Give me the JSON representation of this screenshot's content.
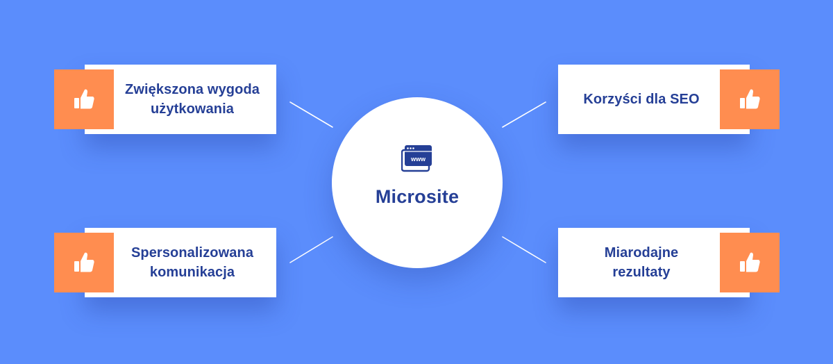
{
  "hub": {
    "title": "Microsite",
    "icon": "www-browser-window-icon"
  },
  "benefits": [
    {
      "id": "top-left",
      "label_lines": [
        "Zwiększona wygoda",
        "użytkowania"
      ],
      "icon": "thumbs-up-icon"
    },
    {
      "id": "top-right",
      "label_lines": [
        "Korzyści dla SEO"
      ],
      "icon": "thumbs-up-icon"
    },
    {
      "id": "bottom-left",
      "label_lines": [
        "Spersonalizowana",
        "komunikacja"
      ],
      "icon": "thumbs-up-icon"
    },
    {
      "id": "bottom-right",
      "label_lines": [
        "Miarodajne",
        "rezultaty"
      ],
      "icon": "thumbs-up-icon"
    }
  ],
  "colors": {
    "background": "#5b8dfc",
    "card": "#ffffff",
    "icon_box": "#ff8d50",
    "text": "#253f96",
    "connector": "#ffffff"
  }
}
